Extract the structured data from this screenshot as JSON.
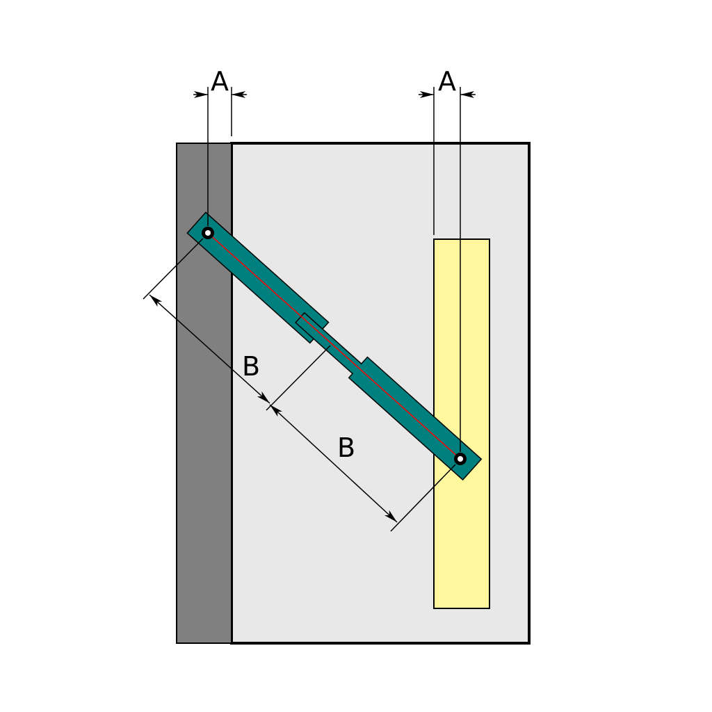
{
  "labels": {
    "dim_a_left": "A",
    "dim_a_right": "A",
    "dim_b_upper": "B",
    "dim_b_lower": "B"
  },
  "colors": {
    "outer_panel": "#e8e8e8",
    "left_rail": "#808080",
    "right_slot": "#fff89f",
    "linkage_arm": "#007f7f",
    "center_line": "#ff0000",
    "stroke": "#000000"
  }
}
